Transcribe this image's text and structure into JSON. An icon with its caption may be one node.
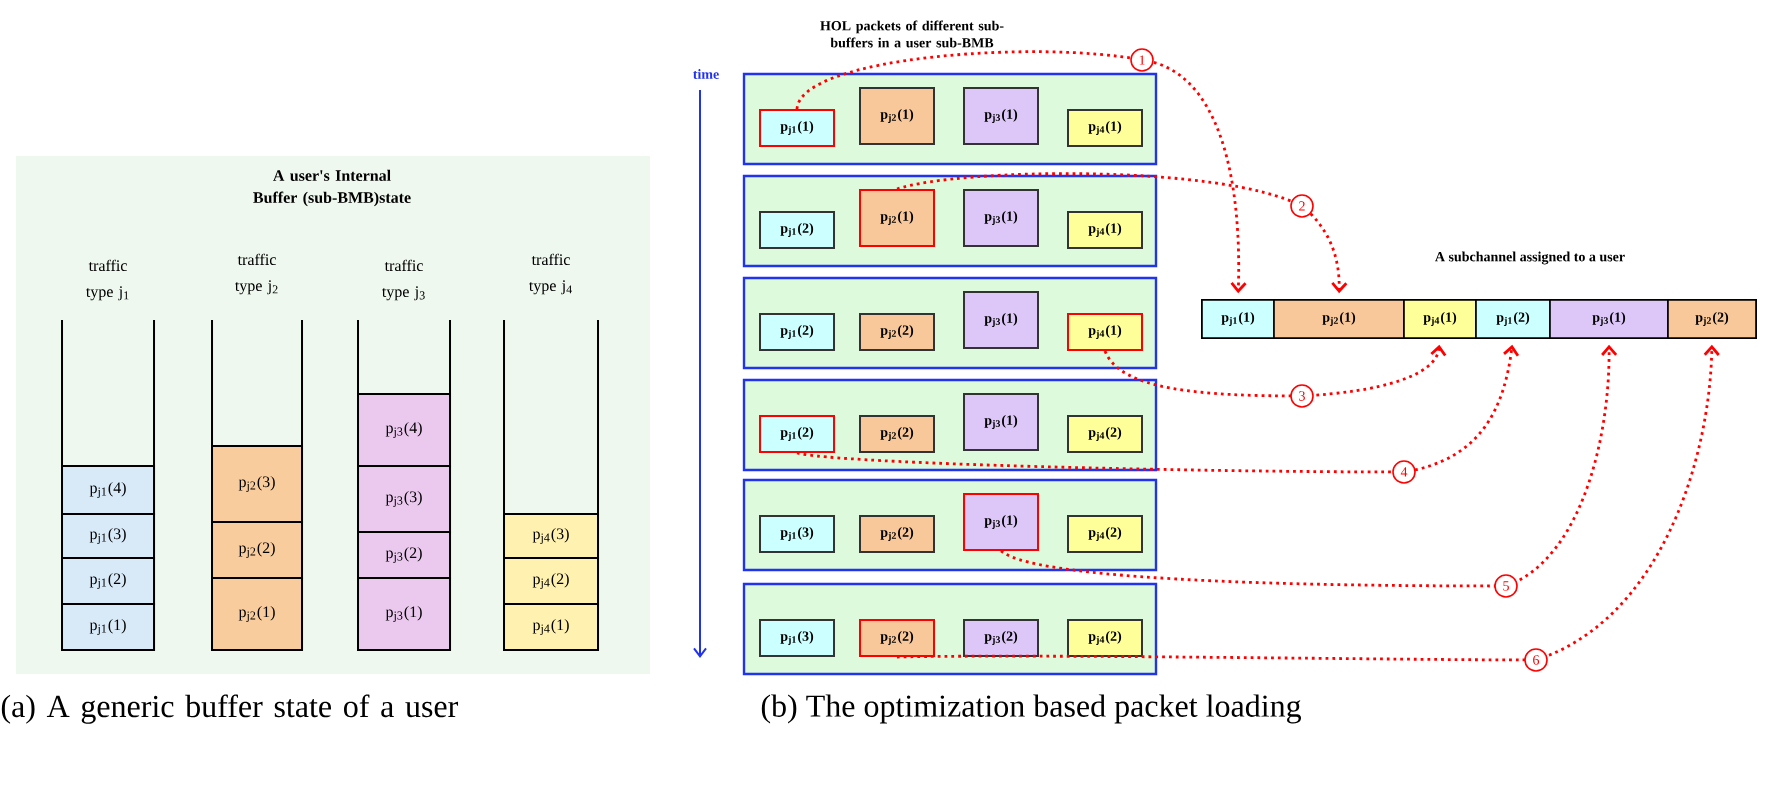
{
  "diagram": {
    "nodes": [
      {
        "text": [
          "A user's Internal Buffer (sub-BMB)state"
        ]
      },
      {
        "text": [
          "traffic type j$_{1}$"
        ],
        "in": 0
      },
      {
        "text": [
          "traffic type j$_{2}$"
        ],
        "in": 0
      },
      {
        "text": [
          "traffic type j$_{3}$"
        ],
        "in": 0
      },
      {
        "text": [
          "traffic type j$_{4}$"
        ],
        "in": 0
      },
      {
        "text": [
          "p$_{j1}$(4)"
        ],
        "in": 1
      },
      {
        "text": [
          "p$_{j1}$(3)"
        ],
        "in": 1
      },
      {
        "text": [
          "p$_{j1}$(2)"
        ],
        "in": 1
      },
      {
        "text": [
          "p$_{j1}$(1)"
        ],
        "in": 1
      },
      {
        "text": [
          "p$_{j2}$(3)"
        ],
        "in": 2
      },
      {
        "text": [
          "p$_{j2}$(2)"
        ],
        "in": 2
      },
      {
        "text": [
          "p$_{j2}$(1)"
        ],
        "in": 2
      },
      {
        "text": [
          "p$_{j3}$(4)"
        ],
        "in": 3
      },
      {
        "text": [
          "p$_{j3}$(3)"
        ],
        "in": 3
      },
      {
        "text": [
          "p$_{j3}$(2)"
        ],
        "in": 3
      },
      {
        "text": [
          "p$_{j3}$(1)"
        ],
        "in": 3
      },
      {
        "text": [
          "p$_{j4}$(3)"
        ],
        "in": 4
      },
      {
        "text": [
          "p$_{j4}$(2)"
        ],
        "in": 4
      },
      {
        "text": [
          "p$_{j4}$(1)"
        ],
        "in": 4
      },
      {
        "text": [],
        "shape": "box"
      },
      {
        "text": [],
        "shape": "box"
      },
      {
        "text": [],
        "shape": "box"
      },
      {
        "text": [],
        "shape": "box"
      },
      {
        "text": [],
        "shape": "box"
      },
      {
        "text": [],
        "shape": "box"
      },
      {
        "text": [
          "p$_{j1}$(1)"
        ],
        "in": 19
      },
      {
        "text": [
          "p$_{j2}$(1)"
        ],
        "in": 19
      },
      {
        "text": [
          "p$_{j3}$(1)"
        ],
        "in": 19
      },
      {
        "text": [
          "p$_{j4}$(1)"
        ],
        "in": 19
      },
      {
        "text": [
          "p$_{j1}$(2)"
        ],
        "in": 20
      },
      {
        "text": [
          "p$_{j2}$(1)"
        ],
        "in": 20
      },
      {
        "text": [
          "p$_{j3}$(1)"
        ],
        "in": 20
      },
      {
        "text": [
          "p$_{j4}$(1)"
        ],
        "in": 20
      },
      {
        "text": [
          "p$_{j1}$(2)"
        ],
        "in": 21
      },
      {
        "text": [
          "p$_{j2}$(2)"
        ],
        "in": 21
      },
      {
        "text": [
          "p$_{j3}$(1)"
        ],
        "in": 21
      },
      {
        "text": [
          "p$_{j4}$(1)"
        ],
        "in": 21
      },
      {
        "text": [
          "p$_{j1}$(2)"
        ],
        "in": 22
      },
      {
        "text": [
          "p$_{j2}$(2)"
        ],
        "in": 22
      },
      {
        "text": [
          "p$_{j3}$(1)"
        ],
        "in": 22
      },
      {
        "text": [
          "p$_{j4}$(2)"
        ],
        "in": 22
      },
      {
        "text": [
          "p$_{j1}$(3)"
        ],
        "in": 23
      },
      {
        "text": [
          "p$_{j2}$(2)"
        ],
        "in": 23
      },
      {
        "text": [
          "p$_{j3}$(1)"
        ],
        "in": 23
      },
      {
        "text": [
          "p$_{j4}$(2)"
        ],
        "in": 23
      },
      {
        "text": [
          "p$_{j1}$(3)"
        ],
        "in": 24
      },
      {
        "text": [
          "p$_{j2}$(2)"
        ],
        "in": 24
      },
      {
        "text": [
          "p$_{j3}$(2)"
        ],
        "in": 24
      },
      {
        "text": [
          "p$_{j4}$(2)"
        ],
        "in": 24
      },
      {
        "text": [
          "A subchannel assigned to a user"
        ]
      },
      {
        "text": [
          "p$_{j1}$(1)"
        ],
        "in": 49
      },
      {
        "text": [
          "p$_{j2}$(1)"
        ],
        "in": 49
      },
      {
        "text": [
          "p$_{j4}$(1)"
        ],
        "in": 49
      },
      {
        "text": [
          "p$_{j1}$(2)"
        ],
        "in": 49
      },
      {
        "text": [
          "p$_{j3}$(1)"
        ],
        "in": 49
      },
      {
        "text": [
          "p$_{j2}$(2)"
        ],
        "in": 49
      }
    ],
    "edges": [
      {
        "from": 25,
        "to": 50,
        "arrow": "to",
        "label": "1"
      },
      {
        "from": 30,
        "to": 51,
        "arrow": "to",
        "label": "2"
      },
      {
        "from": 36,
        "to": 52,
        "arrow": "to",
        "label": "3"
      },
      {
        "from": 37,
        "to": 53,
        "arrow": "to",
        "label": "4"
      },
      {
        "from": 43,
        "to": 54,
        "arrow": "to",
        "label": "5"
      },
      {
        "from": 46,
        "to": 55,
        "arrow": "to",
        "label": "6"
      }
    ],
    "labels": [
      "HOL packets of different sub-buffers in a user sub-BMB",
      "time",
      "(a) A generic buffer state of a user",
      "(b) The optimization based packet loading"
    ]
  }
}
